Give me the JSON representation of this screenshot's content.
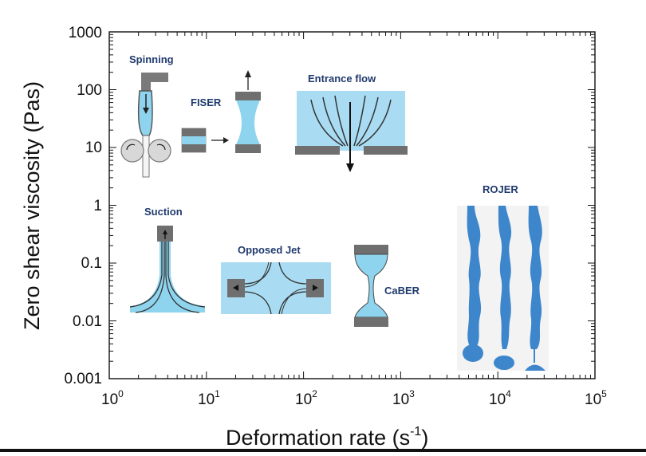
{
  "chart_data": {
    "type": "scatter",
    "x_scale": "log",
    "y_scale": "log",
    "xlim": [
      1,
      100000
    ],
    "ylim": [
      0.001,
      1000
    ],
    "xlabel": "Deformation rate (s",
    "xlabel_sup": "-1",
    "xlabel_end": ")",
    "ylabel": "Zero shear viscosity (Pas)",
    "x_ticks": [
      {
        "base": "10",
        "exp": "0"
      },
      {
        "base": "10",
        "exp": "1"
      },
      {
        "base": "10",
        "exp": "2"
      },
      {
        "base": "10",
        "exp": "3"
      },
      {
        "base": "10",
        "exp": "4"
      },
      {
        "base": "10",
        "exp": "5"
      }
    ],
    "y_ticks": [
      "0.001",
      "0.01",
      "0.1",
      "1",
      "10",
      "100",
      "1000"
    ],
    "grid": false,
    "techniques": [
      "Spinning",
      "FISER",
      "Entrance flow",
      "Suction",
      "Opposed Jet",
      "CaBER",
      "ROJER"
    ],
    "colors": {
      "fluid": "#8fd4ee",
      "fluid_dark": "#4aa8dc",
      "plate": "#6f6f6f",
      "jet": "#3d86cc",
      "label": "#1f3a6e",
      "axis": "#111111"
    }
  }
}
